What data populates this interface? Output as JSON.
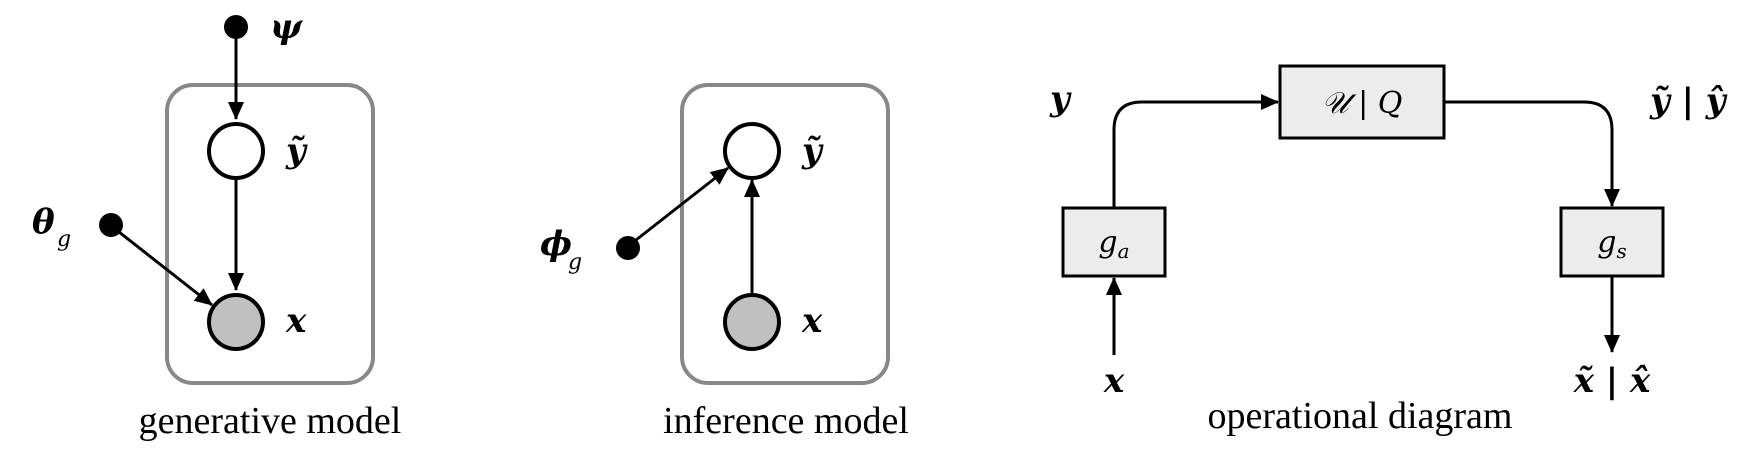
{
  "colors": {
    "observed_fill": "#c0c0c0",
    "box_fill": "#ececec",
    "plate_stroke": "#888888"
  },
  "generative": {
    "caption": "generative model",
    "psi": "ψ",
    "theta": "θ",
    "theta_sub": "g",
    "y_tilde": "ỹ",
    "x": "x"
  },
  "inference": {
    "caption": "inference model",
    "phi": "ϕ",
    "phi_sub": "g",
    "y_tilde": "ỹ",
    "x": "x"
  },
  "operational": {
    "caption": "operational diagram",
    "y": "y",
    "x": "x",
    "quant_box": "𝒰 | Q",
    "ga_main": "g",
    "ga_sub": "a",
    "gs_main": "g",
    "gs_sub": "s",
    "output_y": "ỹ | ŷ",
    "output_x": "x̃ | x̂"
  }
}
